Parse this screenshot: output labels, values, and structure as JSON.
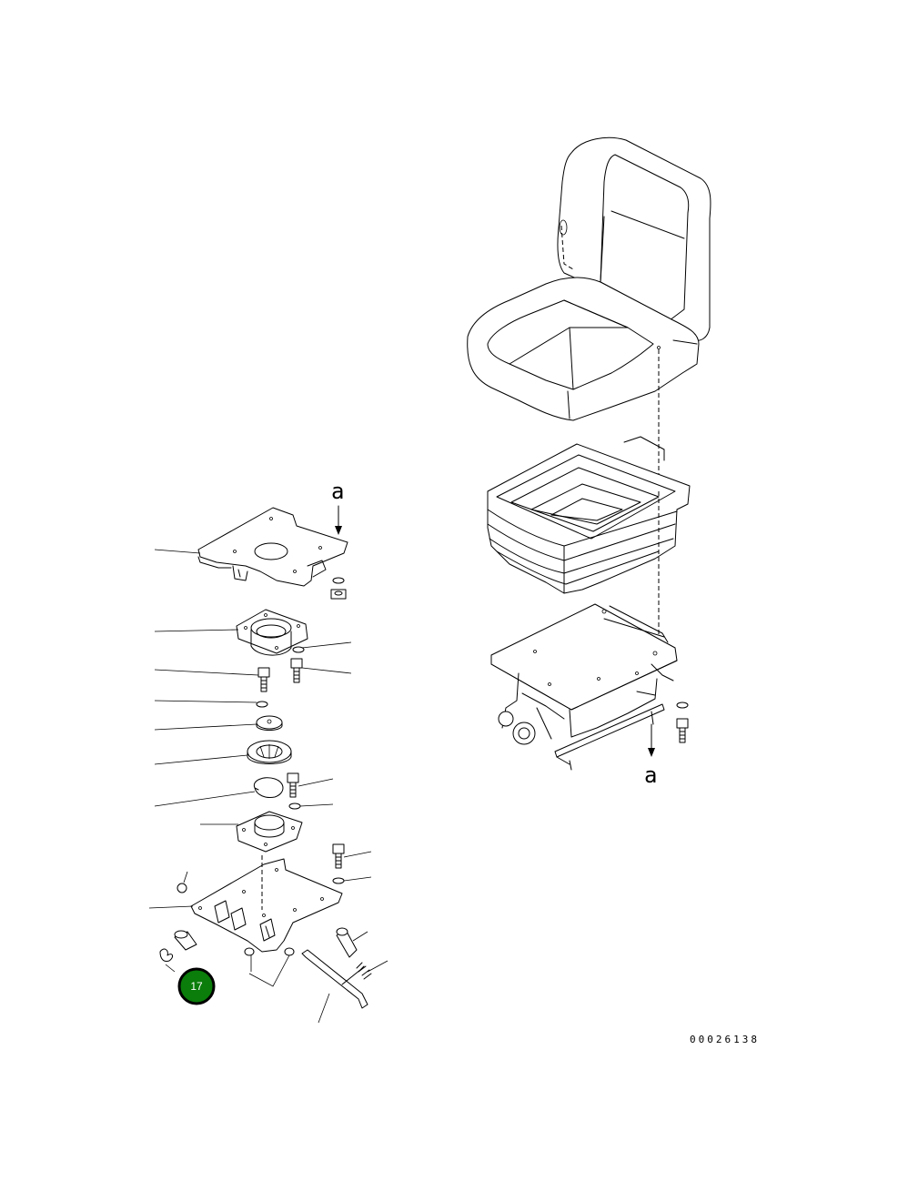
{
  "diagram": {
    "view_labels": [
      "a",
      "a"
    ],
    "drawing_number": "00026138",
    "callout": {
      "number": "17",
      "fill_color": "#0a7d0a",
      "text_color": "#ffffff"
    }
  }
}
